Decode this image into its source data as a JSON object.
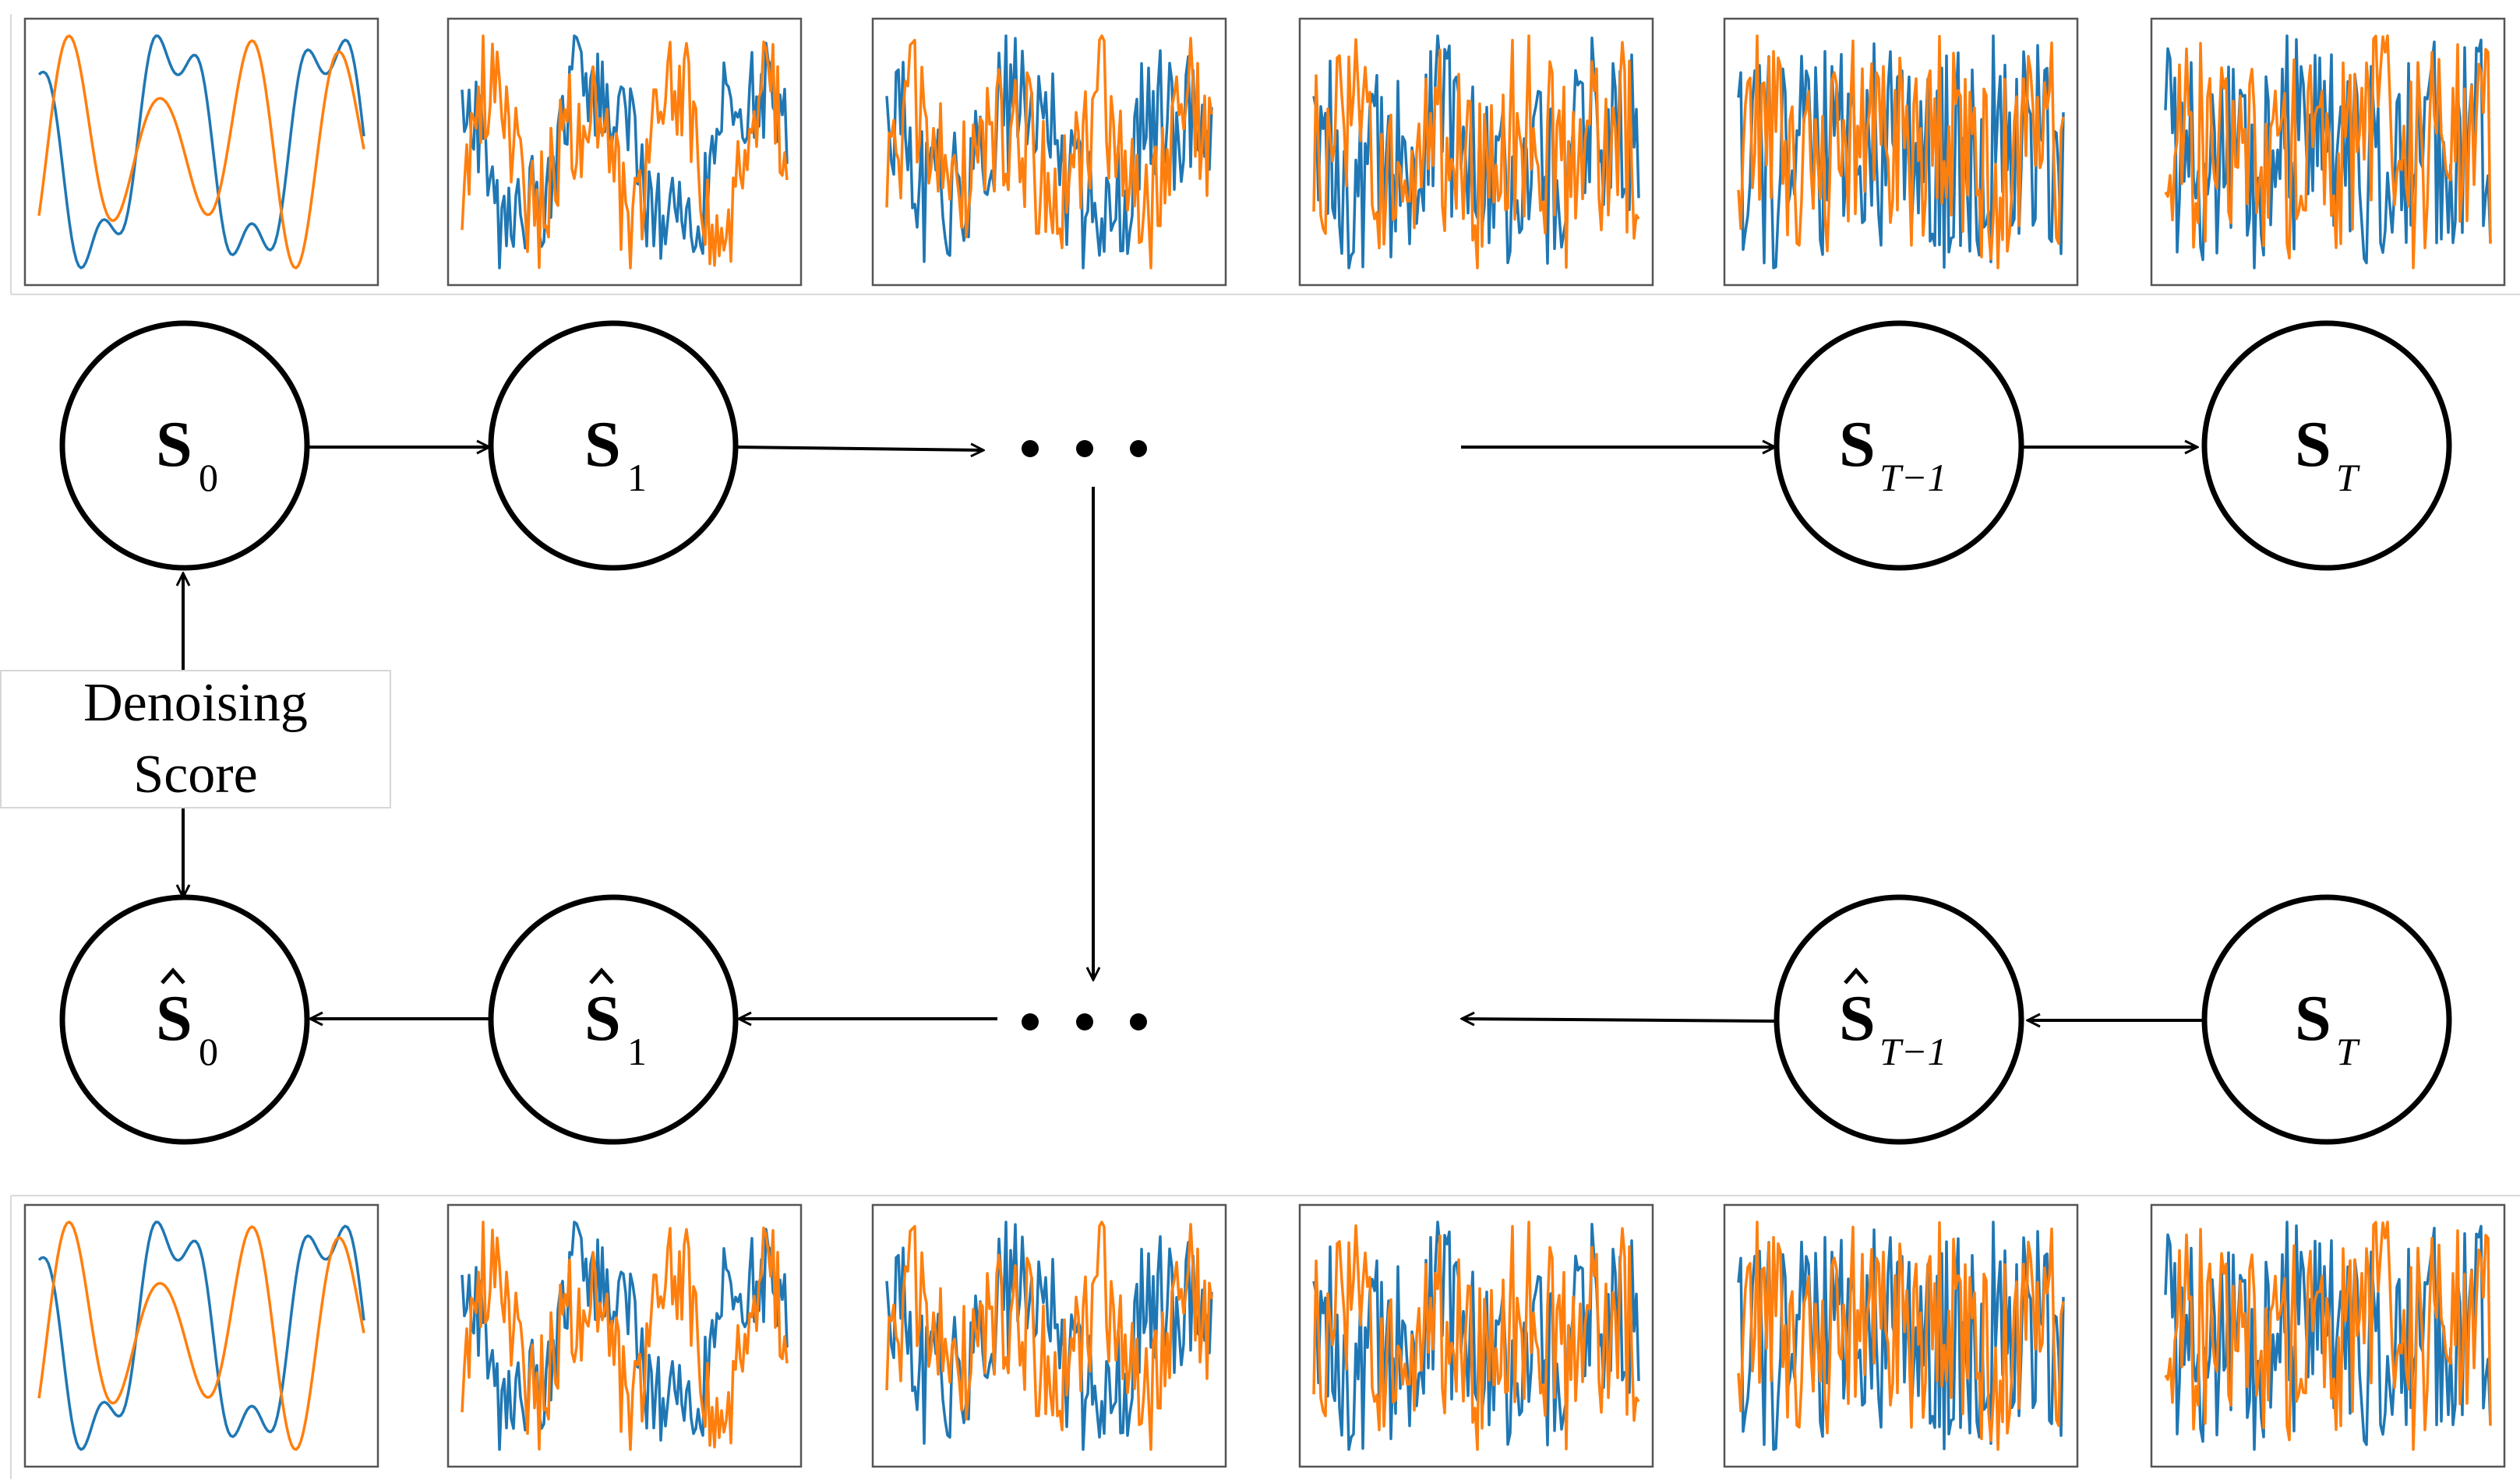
{
  "diagram": {
    "forward_nodes": [
      {
        "id": "f0",
        "symbol": "S",
        "subscript": "0",
        "hat": false
      },
      {
        "id": "f1",
        "symbol": "S",
        "subscript": "1",
        "hat": false
      },
      {
        "id": "fT1",
        "symbol": "S",
        "subscript": "T−1",
        "hat": false
      },
      {
        "id": "fT",
        "symbol": "S",
        "subscript": "T",
        "hat": false
      }
    ],
    "reverse_nodes": [
      {
        "id": "r0",
        "symbol": "S",
        "subscript": "0",
        "hat": true
      },
      {
        "id": "r1",
        "symbol": "S",
        "subscript": "1",
        "hat": true
      },
      {
        "id": "rT1",
        "symbol": "S",
        "subscript": "T−1",
        "hat": true
      },
      {
        "id": "rT",
        "symbol": "S",
        "subscript": "T",
        "hat": false
      }
    ],
    "ellipsis": "•••",
    "denoising_label": {
      "line1": "Denoising",
      "line2": "Score"
    }
  },
  "series_panels": {
    "top_row_count": 6,
    "bottom_row_count": 6,
    "noise_levels": [
      0.0,
      0.35,
      0.55,
      0.75,
      0.9,
      1.0
    ],
    "colors": {
      "blue": "#1f77b4",
      "orange": "#ff7f0e",
      "panel_border": "#555555"
    }
  }
}
